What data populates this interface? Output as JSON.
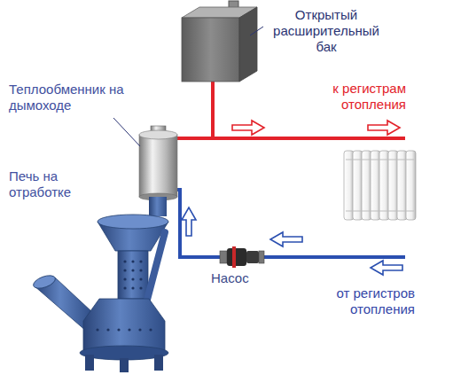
{
  "diagram": {
    "labels": [
      "Открытый расширительный бак",
      "Теплообменник на дымоходе",
      "к регистрам отопления",
      "Печь на отработке",
      "Насос",
      "от регистров отопления"
    ]
  }
}
